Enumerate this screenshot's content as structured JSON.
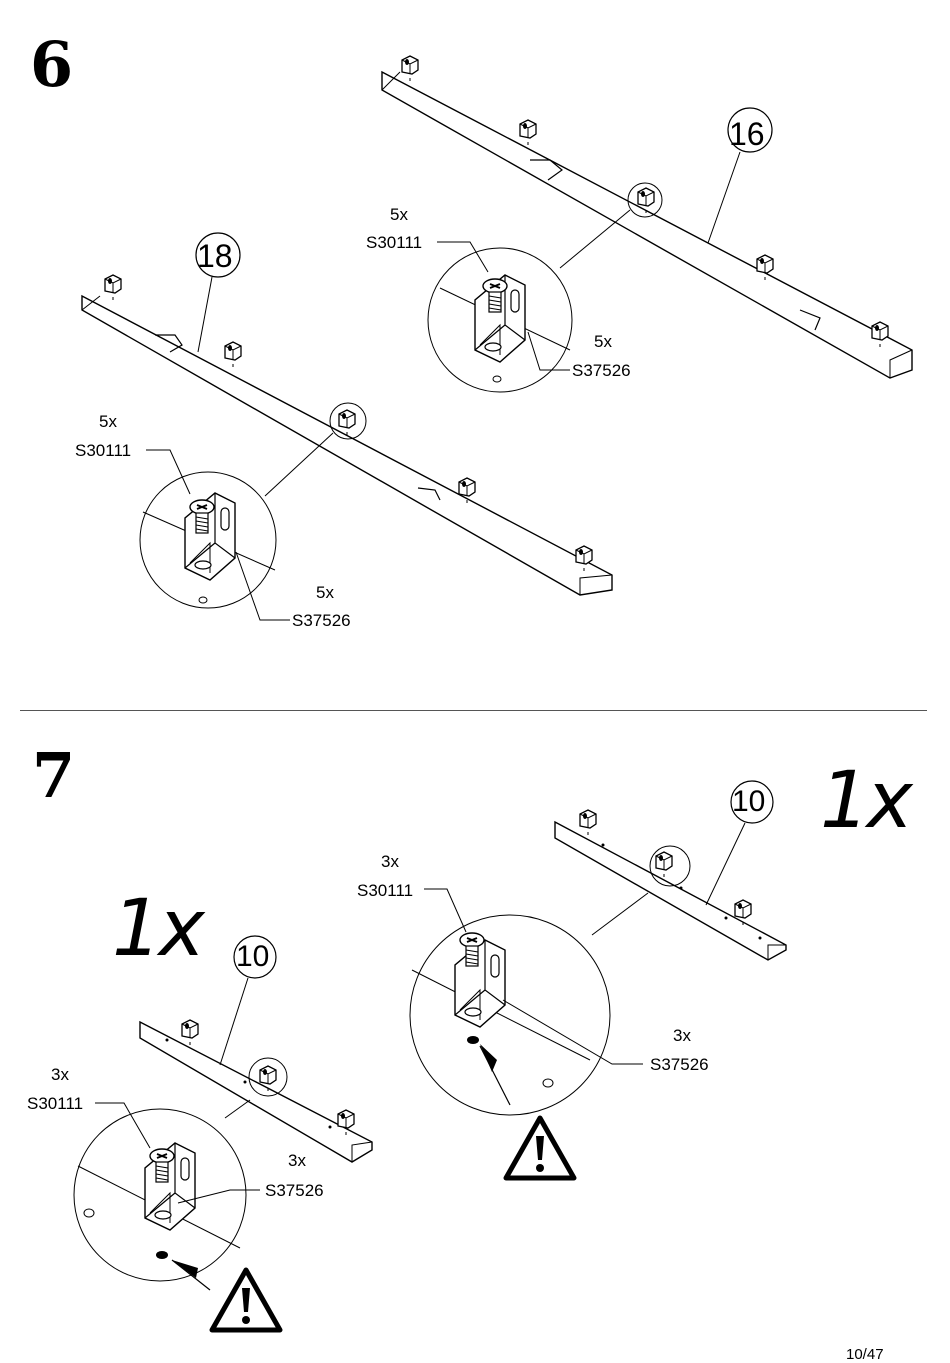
{
  "steps": [
    {
      "number": "6",
      "panels": [
        {
          "part": "16",
          "screw_qty": "5x",
          "screw_code": "S30111",
          "bracket_qty": "5x",
          "bracket_code": "S37526"
        },
        {
          "part": "18",
          "screw_qty": "5x",
          "screw_code": "S30111",
          "bracket_qty": "5x",
          "bracket_code": "S37526"
        }
      ]
    },
    {
      "number": "7",
      "panels": [
        {
          "qty": "1x",
          "part": "10",
          "screw_qty": "3x",
          "screw_code": "S30111",
          "bracket_qty": "3x",
          "bracket_code": "S37526"
        },
        {
          "qty": "1x",
          "part": "10",
          "screw_qty": "3x",
          "screw_code": "S30111",
          "bracket_qty": "3x",
          "bracket_code": "S37526"
        }
      ]
    }
  ],
  "page": "10/47",
  "icons": [
    "warning-icon",
    "bracket-icon",
    "screw-icon"
  ]
}
